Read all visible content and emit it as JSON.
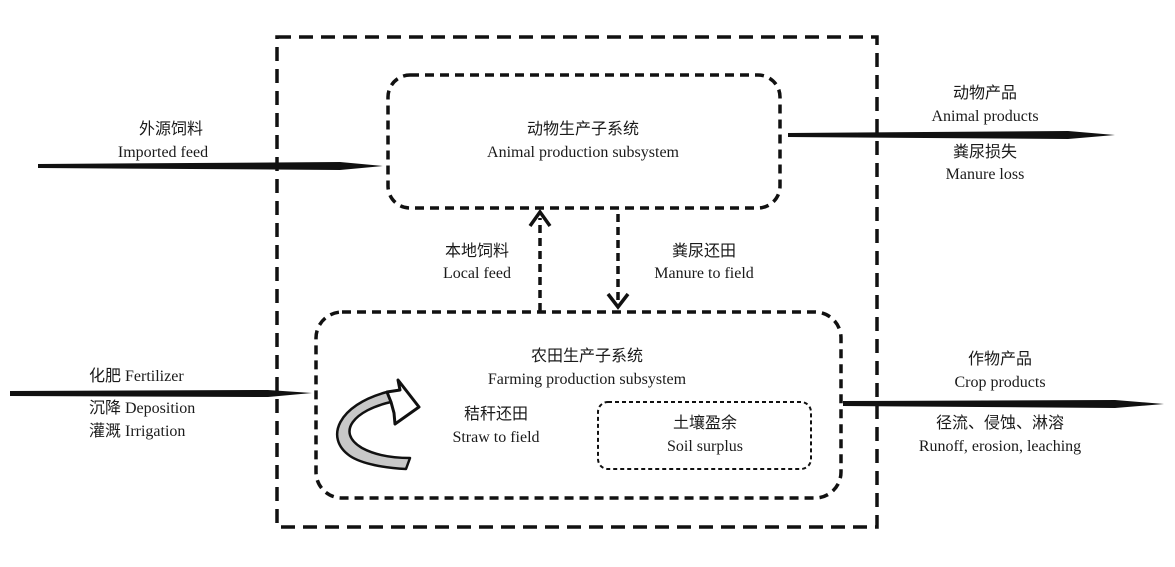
{
  "outer_boundary": {},
  "animal_subsystem": {
    "title_zh": "动物生产子系统",
    "title_en": "Animal production subsystem"
  },
  "farming_subsystem": {
    "title_zh": "农田生产子系统",
    "title_en": "Farming production subsystem"
  },
  "soil_surplus": {
    "label_zh": "土壤盈余",
    "label_en": "Soil surplus"
  },
  "straw_to_field": {
    "label_zh": "秸秆还田",
    "label_en": "Straw to field"
  },
  "local_feed": {
    "label_zh": "本地饲料",
    "label_en": "Local feed"
  },
  "manure_to_field": {
    "label_zh": "粪尿还田",
    "label_en": "Manure to field"
  },
  "imported_feed": {
    "label_zh": "外源饲料",
    "label_en": "Imported feed"
  },
  "inputs": {
    "fertilizer": "化肥 Fertilizer",
    "deposition": "沉降 Deposition",
    "irrigation": "灌溉 Irrigation"
  },
  "animal_outputs": {
    "products_zh": "动物产品",
    "products_en": "Animal products",
    "loss_zh": "粪尿损失",
    "loss_en": "Manure loss"
  },
  "crop_outputs": {
    "products_zh": "作物产品",
    "products_en": "Crop products",
    "loss_zh": "径流、侵蚀、淋溶",
    "loss_en": "Runoff, erosion, leaching"
  },
  "colors": {
    "stroke": "#111111",
    "text": "#1a1a1a",
    "curl_fill": "#c8c8c8"
  }
}
